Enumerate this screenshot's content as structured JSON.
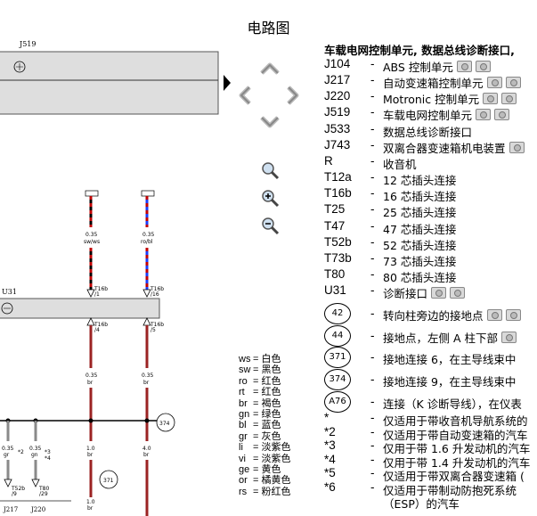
{
  "title": "电路图",
  "legend_header": "车载电网控制单元, 数据总线诊断接口,",
  "components": [
    {
      "code": "J104",
      "desc": "ABS 控制单元",
      "cams": 2
    },
    {
      "code": "J217",
      "desc": "自动变速箱控制单元",
      "cams": 2
    },
    {
      "code": "J220",
      "desc": "Motronic 控制单元",
      "cams": 2
    },
    {
      "code": "J519",
      "desc": "车载电网控制单元",
      "cams": 2
    },
    {
      "code": "J533",
      "desc": "数据总线诊断接口",
      "cams": 0
    },
    {
      "code": "J743",
      "desc": "双离合器变速箱机电装置",
      "cams": 1
    },
    {
      "code": "R",
      "desc": "收音机",
      "cams": 0
    },
    {
      "code": "T12a",
      "desc": "12 芯插头连接",
      "cams": 0
    },
    {
      "code": "T16b",
      "desc": "16 芯插头连接",
      "cams": 0
    },
    {
      "code": "T25",
      "desc": "25 芯插头连接",
      "cams": 0
    },
    {
      "code": "T47",
      "desc": "47 芯插头连接",
      "cams": 0
    },
    {
      "code": "T52b",
      "desc": "52 芯插头连接",
      "cams": 0
    },
    {
      "code": "T73b",
      "desc": "73 芯插头连接",
      "cams": 0
    },
    {
      "code": "T80",
      "desc": "80 芯插头连接",
      "cams": 0
    },
    {
      "code": "U31",
      "desc": "诊断接口",
      "cams": 2
    }
  ],
  "grounds": [
    {
      "code": "42",
      "desc": "转向柱旁边的接地点",
      "cams": 2
    },
    {
      "code": "44",
      "desc": "接地点，左侧 A 柱下部",
      "cams": 1
    },
    {
      "code": "371",
      "desc": "接地连接 6，在主导线束中",
      "cams": 0
    },
    {
      "code": "374",
      "desc": "接地连接 9，在主导线束中",
      "cams": 0
    },
    {
      "code": "A76",
      "desc": "连接（K 诊断导线），在仪表",
      "cams": 0
    }
  ],
  "notes": [
    {
      "code": "*",
      "desc": "仅适用于带收音机导航系统的"
    },
    {
      "code": "*2",
      "desc": "仅适用于带自动变速箱的汽车"
    },
    {
      "code": "*3",
      "desc": "仅用于带 1.6 升发动机的汽车"
    },
    {
      "code": "*4",
      "desc": "仅用于带 1.4 升发动机的汽车"
    },
    {
      "code": "*5",
      "desc": "仅适用于带双离合器变速箱 ("
    },
    {
      "code": "*6",
      "desc": "仅适用于带制动防抱死系统"
    },
    {
      "code": "",
      "desc": "（ESP）的汽车"
    }
  ],
  "color_codes": [
    {
      "abbr": "ws",
      "name": "白色"
    },
    {
      "abbr": "sw",
      "name": "黑色"
    },
    {
      "abbr": "ro",
      "name": "红色"
    },
    {
      "abbr": "rt",
      "name": "红色"
    },
    {
      "abbr": "br",
      "name": "褐色"
    },
    {
      "abbr": "gn",
      "name": "绿色"
    },
    {
      "abbr": "bl",
      "name": "蓝色"
    },
    {
      "abbr": "gr",
      "name": "灰色"
    },
    {
      "abbr": "li",
      "name": "淡紫色"
    },
    {
      "abbr": "vi",
      "name": "淡紫色"
    },
    {
      "abbr": "ge",
      "name": "黄色"
    },
    {
      "abbr": "or",
      "name": "橘黄色"
    },
    {
      "abbr": "rs",
      "name": "粉红色"
    }
  ],
  "diagram": {
    "j519_label": "J519",
    "u31_label": "U31",
    "wire1_size_top": "0.35",
    "wire1_color_top": "sw/ws",
    "wire2_size_top": "0.35",
    "wire2_color_top": "ro/bl",
    "t16b_pin1": "T16b",
    "t16b_pin1_num": "/1",
    "t16b_pin2": "T16b",
    "t16b_pin2_num": "/16",
    "t16b_pin3": "T16b",
    "t16b_pin3_num": "/4",
    "t16b_pin4": "T16b",
    "t16b_pin4_num": "/5",
    "wire1_size_mid": "0.35",
    "wire1_color_mid": "br",
    "wire2_size_mid": "0.35",
    "wire2_color_mid": "br",
    "ground_374": "374",
    "ground_371": "371",
    "wire1_size_low": "1.0",
    "wire1_color_low": "br",
    "wire2_size_low": "4.0",
    "wire2_color_low": "br",
    "wire1_size_bot": "1.0",
    "wire1_color_bot": "br",
    "left_wire_a_size": "0.35",
    "left_wire_a_color": "gr",
    "left_wire_b_size": "0.35",
    "left_wire_b_color": "gn",
    "note_2": "*2",
    "note_3": "*3",
    "note_4": "*4",
    "t52b": "T52b",
    "t52b_pin": "/9",
    "t80": "T80",
    "t80_pin": "/29",
    "j217": "J217",
    "j220": "J220"
  }
}
